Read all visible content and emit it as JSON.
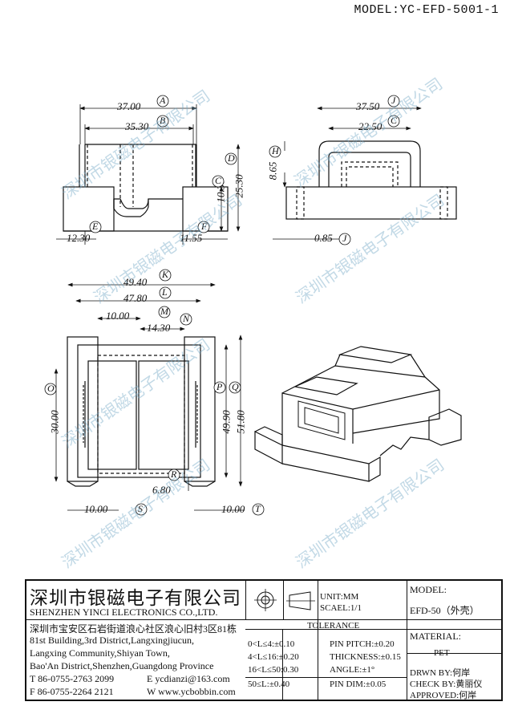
{
  "model_label": "MODEL:YC-EFD-5001-1",
  "dimensions": {
    "A": "37.00",
    "B": "35.30",
    "C": "10.30",
    "D": "25.30",
    "E": "12.30",
    "F": "11.55",
    "J1": "37.50",
    "C2": "22.50",
    "H": "8.65",
    "J2": "0.85",
    "K": "49.40",
    "L": "47.80",
    "M": "10.00",
    "N": "14.30",
    "O": "30.00",
    "P": "49.90",
    "Q": "51.80",
    "R": "6.80",
    "S": "10.00",
    "T": "10.00"
  },
  "callouts": [
    "A",
    "B",
    "C",
    "D",
    "E",
    "F",
    "J",
    "C",
    "H",
    "J",
    "K",
    "L",
    "M",
    "N",
    "O",
    "P",
    "Q",
    "R",
    "S",
    "T"
  ],
  "watermark": "深圳市银磁电子有限公司",
  "title_block": {
    "company_cn": "深圳市银磁电子有限公司",
    "company_en": "SHENZHEN YINCI ELECTRONICS CO.,LTD.",
    "address_cn": "深圳市宝安区石岩街道浪心社区浪心旧村3区81栋",
    "address_en_1": "81st Building,3rd District,Langxingjiucun,",
    "address_en_2": "Langxing Community,Shiyan Town,",
    "address_en_3": "Bao'An District,Shenzhen,Guangdong Province",
    "tel": "T 86-0755-2763 2099",
    "email": "E ycdianzi@163.com",
    "fax": "F 86-0755-2264 2121",
    "web": "W www.ycbobbin.com",
    "unit": "UNIT:MM",
    "scale": "SCAEL:1/1",
    "model_label": "MODEL:",
    "model_value": "EFD-50（外壳）",
    "tolerance_title": "TOLERANCE",
    "tol_1": "0<L≤4:±0.10",
    "tol_2": "4<L≤16:±0.20",
    "tol_3": "16<L≤50:0.30",
    "tol_4": "50≤L:±0.40",
    "pin_pitch": "PIN PITCH:±0.20",
    "thickness": "THICKNESS:±0.15",
    "angle": "ANGLE:±1°",
    "pin_dim": "PIN DIM:±0.05",
    "material_label": "MATERIAL:",
    "material_value": "PET",
    "drawn_by": "DRWN BY:何岸",
    "check_by": "CHECK BY:黄丽仪",
    "approved": "APPROVED:何岸"
  }
}
